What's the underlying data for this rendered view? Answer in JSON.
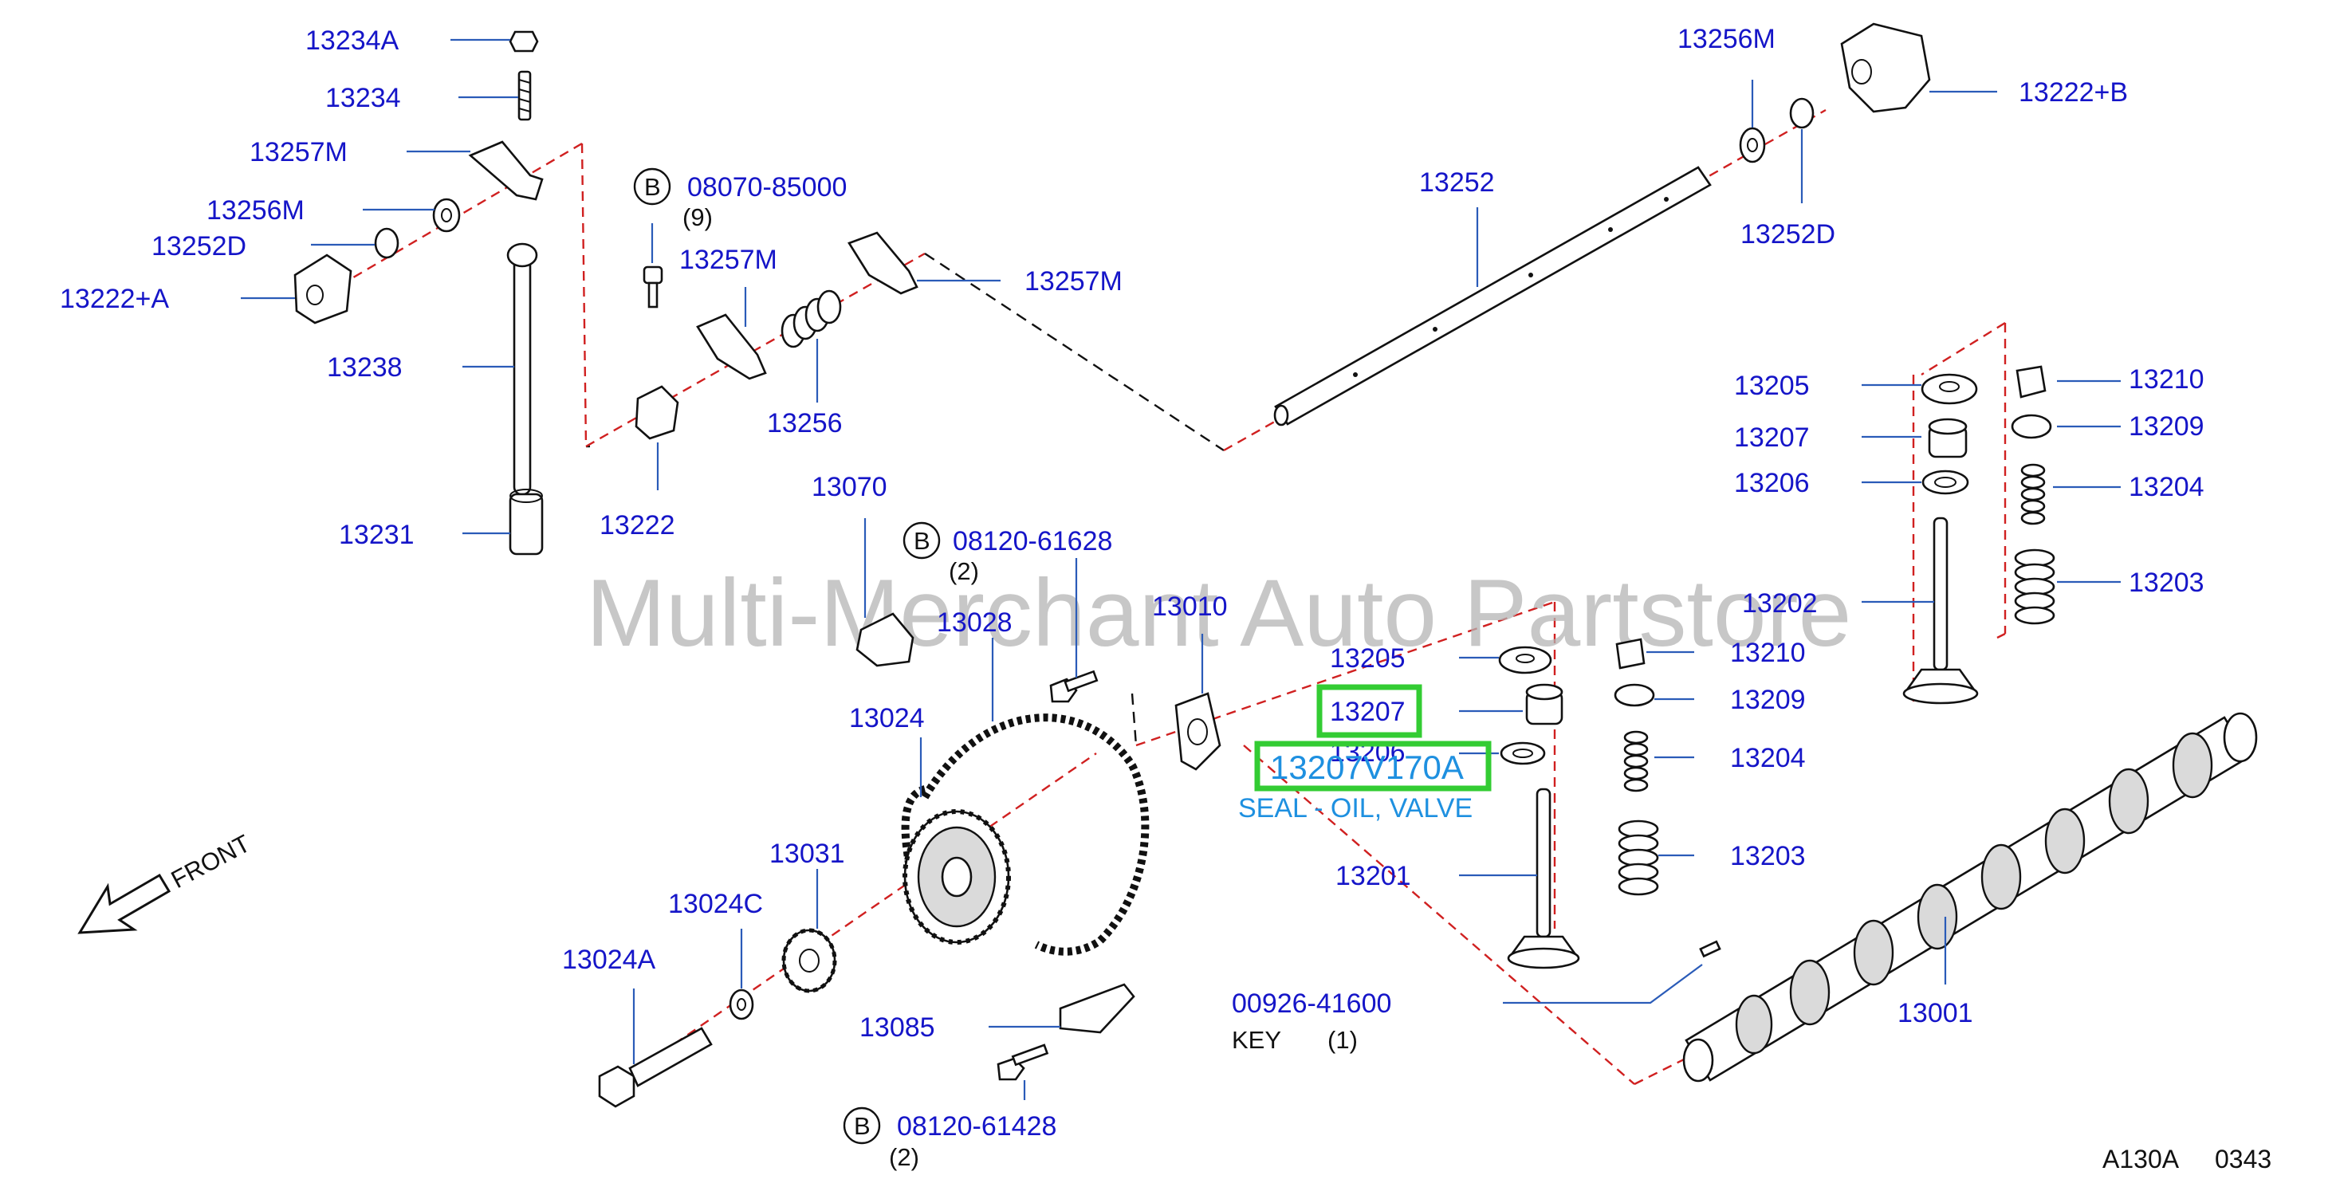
{
  "watermark": "Multi-Merchant Auto Partstore",
  "front_label": "FRONT",
  "figure_code": "A130A",
  "figure_number": "0343",
  "bolt_marker": "B",
  "highlight": {
    "part_number": "13207V170A",
    "description": "SEAL - OIL, VALVE",
    "ref": "13207"
  },
  "labels": {
    "l13234A": "13234A",
    "l13234": "13234",
    "l13257M_a": "13257M",
    "l13256M_a": "13256M",
    "l13252D_a": "13252D",
    "l13222A": "13222+A",
    "l13238": "13238",
    "l13231": "13231",
    "l08070": "08070-85000",
    "l13257M_b": "13257M",
    "l13257M_c": "13257M",
    "l13256": "13256",
    "l13222": "13222",
    "l13256M_b": "13256M",
    "l13222B": "13222+B",
    "l13252": "13252",
    "l13252D_b": "13252D",
    "l13205_a": "13205",
    "l13207_a": "13207",
    "l13206_a": "13206",
    "l13202": "13202",
    "l13210_a": "13210",
    "l13209_a": "13209",
    "l13204_a": "13204",
    "l13203_a": "13203",
    "l13070": "13070",
    "l08120a": "08120-61628",
    "l13028": "13028",
    "l13010": "13010",
    "l13024": "13024",
    "l13205_b": "13205",
    "l13206_b": "13206",
    "l13210_b": "13210",
    "l13209_b": "13209",
    "l13204_b": "13204",
    "l13203_b": "13203",
    "l13201": "13201",
    "l13031": "13031",
    "l13024C": "13024C",
    "l13024A": "13024A",
    "l13085": "13085",
    "l08120b": "08120-61428",
    "l00926": "00926-41600",
    "l13001": "13001"
  },
  "quantities": {
    "q08070": "(9)",
    "q08120a": "(2)",
    "q08120b": "(2)",
    "q00926": "(1)"
  },
  "key_label": "KEY",
  "colors": {
    "part_label": "#1515c8",
    "highlight_box": "#33cc33",
    "highlight_text": "#1e90e0",
    "center_line": "#d02020",
    "watermark": "#b4b4b4"
  }
}
